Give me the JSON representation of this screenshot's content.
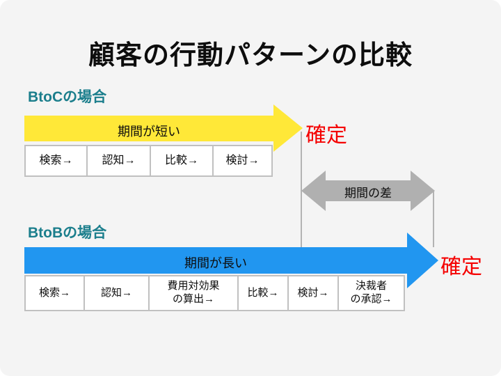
{
  "slide": {
    "title": "顧客の行動パターンの比較"
  },
  "colors": {
    "background": "#f4f4f4",
    "accent_yellow": "#ffe838",
    "accent_blue": "#2196f0",
    "heading_teal": "#1b7e8c",
    "emphasis_red": "#f50000",
    "gap_arrow_gray": "#b0b0b0",
    "box_border_gray": "#c0c0c0"
  },
  "btoc": {
    "heading": "BtoCの場合",
    "arrow_label": "期間が短い",
    "end_label": "確定",
    "steps": [
      "検索→",
      "認知→",
      "比較→",
      "検討→"
    ]
  },
  "gap": {
    "arrow_label": "期間の差"
  },
  "btob": {
    "heading": "BtoBの場合",
    "arrow_label": "期間が長い",
    "end_label": "確定",
    "steps": [
      "検索→",
      "認知→",
      "費用対効果\nの算出→",
      "比較→",
      "検討→",
      "決裁者\nの承認→"
    ]
  }
}
